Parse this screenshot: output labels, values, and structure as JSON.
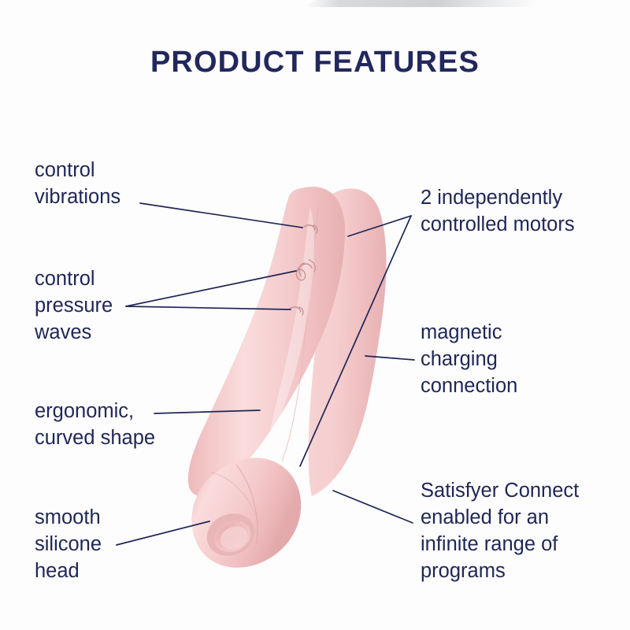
{
  "page": {
    "title": "PRODUCT FEATURES",
    "background_color": "#fdfdfd",
    "accent_navy": "#1f2656",
    "product_pink": "#f5c9ca"
  },
  "labels": {
    "control_vibrations": "control\nvibrations",
    "control_pressure_waves": "control\npressure\nwaves",
    "ergonomic_curved_shape": "ergonomic,\ncurved shape",
    "smooth_silicone_head": "smooth\nsilicone\nhead",
    "two_motors": "2 independently\ncontrolled motors",
    "magnetic_charging": "magnetic\ncharging\nconnection",
    "satisfyer_connect": "Satisfyer Connect\nenabled for an\ninfinite range of\nprograms"
  },
  "product": {
    "name": "satisfyer-curvy-air-pulse-stimulator",
    "body_color": "#f3c6c7",
    "highlight_color": "#fbe0e0",
    "shadow_color": "#e3aeb0",
    "buttons": [
      {
        "name": "vibration-button-icon",
        "glyph": "arc"
      },
      {
        "name": "power-wave-button-icon",
        "glyph": "waves"
      },
      {
        "name": "pressure-button-icon",
        "glyph": "arc"
      }
    ]
  }
}
